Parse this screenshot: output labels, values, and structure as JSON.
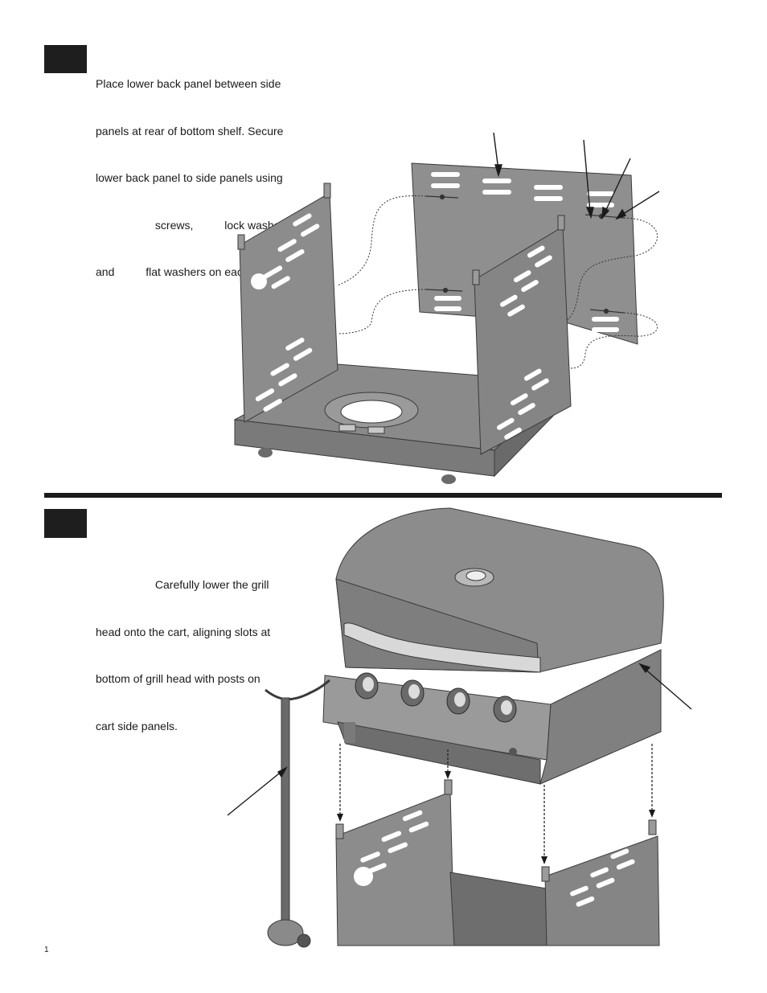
{
  "steps": [
    {
      "lines": [
        "Place lower back panel between side",
        "panels at rear of bottom shelf. Secure",
        "lower back panel to side panels using",
        "                   screws,          lock washers,",
        "and          flat washers on each side."
      ]
    },
    {
      "lines": [
        "                   Carefully lower the grill",
        "head onto the cart, aligning slots at",
        "bottom of grill head with posts on",
        "cart side panels."
      ]
    }
  ],
  "page_number": "1",
  "colors": {
    "panel": "#8e8e8e",
    "panel_dark": "#6f6f6f",
    "panel_light": "#b4b4b4",
    "slot": "#ffffff",
    "ink": "#1a1a1a"
  }
}
